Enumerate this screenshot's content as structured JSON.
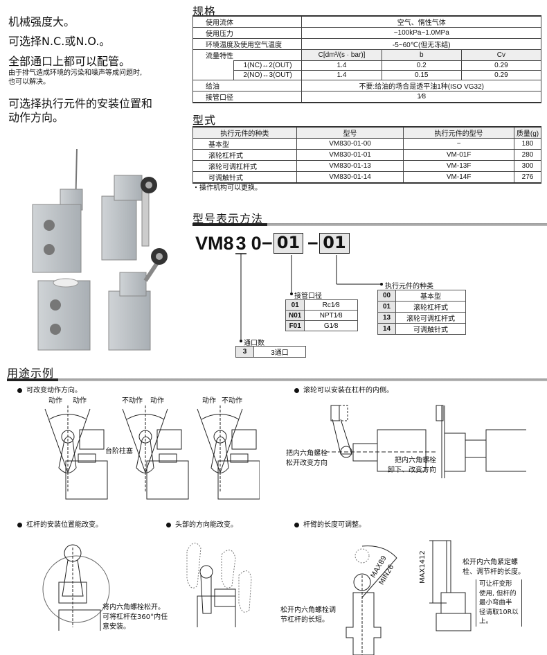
{
  "features": {
    "f1": "机械强度大。",
    "f2": "可选择N.C.或N.O.。",
    "f3": "全部通口上都可以配管。",
    "f3_note1": "由于排气造成环境的污染和噪声等成问题时,",
    "f3_note2": "也可以解决。",
    "f4_line1": "可选择执行元件的安装位置和",
    "f4_line2": "动作方向。"
  },
  "spec": {
    "title": "规格",
    "rows": [
      {
        "label": "使用流体",
        "value": "空气、惰性气体"
      },
      {
        "label": "使用压力",
        "value": "−100kPa~1.0MPa"
      },
      {
        "label": "环境温度及使用空气温度",
        "value": "-5~60℃(但无冻结)"
      }
    ],
    "flow": {
      "label": "流量特性",
      "headers": [
        "C[dm³/(s · bar)]",
        "b",
        "Cv"
      ],
      "rows": [
        {
          "path": "1(NC)↔2(OUT)",
          "c": "1.4",
          "b": "0.2",
          "cv": "0.29"
        },
        {
          "path": "2(NO)↔3(OUT)",
          "c": "1.4",
          "b": "0.15",
          "cv": "0.29"
        }
      ]
    },
    "rows2": [
      {
        "label": "给油",
        "value": "不要:给油的场合是透平油1种(ISO VG32)"
      },
      {
        "label": "接管口径",
        "value": "1⁄8"
      }
    ]
  },
  "models": {
    "title": "型式",
    "headers": [
      "执行元件的种类",
      "型号",
      "执行元件的型号",
      "质量(g)"
    ],
    "rows": [
      [
        "基本型",
        "VM830-01-00",
        "−",
        "180"
      ],
      [
        "滚轮杠杆式",
        "VM830-01-01",
        "VM-01F",
        "280"
      ],
      [
        "滚轮可调杠杆式",
        "VM830-01-13",
        "VM-13F",
        "300"
      ],
      [
        "可调触针式",
        "VM830-01-14",
        "VM-14F",
        "276"
      ]
    ],
    "note": "・操作机构可以更换。"
  },
  "ordering": {
    "title": "型号表示方法",
    "code_prefix": "VM8",
    "code_ports": "3",
    "code_zero": "0",
    "dash": "−",
    "box1": "01",
    "box2": "01",
    "port_size": {
      "label": "接管口径",
      "rows": [
        [
          "01",
          "Rc1⁄8"
        ],
        [
          "N01",
          "NPT1⁄8"
        ],
        [
          "F01",
          "G1⁄8"
        ]
      ]
    },
    "actuator": {
      "label": "执行元件的种类",
      "rows": [
        [
          "00",
          "基本型"
        ],
        [
          "01",
          "滚轮杠杆式"
        ],
        [
          "13",
          "滚轮可调杠杆式"
        ],
        [
          "14",
          "可调触针式"
        ]
      ]
    },
    "ports": {
      "label": "通口数",
      "rows": [
        [
          "3",
          "3通口"
        ]
      ]
    }
  },
  "usage": {
    "title": "用途示例",
    "ex1": {
      "caption": "可改变动作方向。",
      "a1": "动作",
      "a2": "动作",
      "b1": "不动作",
      "b2": "动作",
      "c1": "动作",
      "c2": "不动作",
      "plug": "台阶柱塞"
    },
    "ex2": {
      "caption": "滚轮可以安装在杠杆的内侧。",
      "n1a": "把内六角螺栓",
      "n1b": "松开改变方向",
      "n2a": "把内六角螺栓",
      "n2b": "卸下、改变方向"
    },
    "ex3": {
      "caption": "杠杆的安装位置能改变。",
      "n1": "将内六角螺栓松开。",
      "n2": "可将杠杆在360°内任",
      "n3": "意安装。"
    },
    "ex4": {
      "caption": "头部的方向能改变。"
    },
    "ex5": {
      "caption": "杆臂的长度可调整。",
      "max": "MAX89",
      "min": "MIN26",
      "n1": "松开内六角螺栓调",
      "n2": "节杠杆的长短。",
      "max2": "MAX1412",
      "r1": "松开内六角紧定螺",
      "r2": "栓、调节杆的长度。",
      "b1": "可让杆变形",
      "b2": "使用, 但杆的",
      "b3": "最小弯曲半",
      "b4": "径请取10R以",
      "b5": "上。"
    }
  }
}
